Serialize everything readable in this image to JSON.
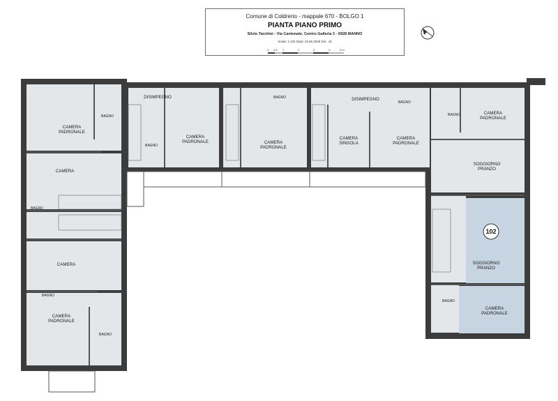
{
  "title_block": {
    "line1": "Comune di Coldrerio - mappale 670 - BOLGO 1",
    "title": "PIANTA PIANO PRIMO",
    "architect": "Silvio Tarchini - Via Cantonale, Centro Galleria 3 - 6928 MANNO",
    "meta": "Scala: 1:125  Data: 15.06.2026  Dis.: cb",
    "scale_labels": [
      "0",
      "0.5",
      "1",
      "2",
      "3",
      "4",
      "5 m"
    ]
  },
  "icons": {
    "north_arrow": "compass-north-icon"
  },
  "colors": {
    "wall": "#3c3c3c",
    "floor": "#e4e7e9",
    "highlight": "#c7d5e2",
    "ground": "#ffffff"
  },
  "rooms": {
    "r1": "CAMERA",
    "r1b": "PADRONALE",
    "r2": "BAGNO",
    "r3": "CAMERA",
    "r4": "BAGNO",
    "r5": "CAMERA",
    "r6": "BAGNO",
    "r7": "CAMERA",
    "r7b": "PADRONALE",
    "r8": "BAGNO",
    "r9": "DISIMPEGNO",
    "r10": "BAGNO",
    "r11": "CAMERA",
    "r11b": "PADRONALE",
    "r12": "BAGNO",
    "r13": "CAMERA",
    "r13b": "PADRONALE",
    "r14": "DISIMPEGNO",
    "r15": "BAGNO",
    "r16": "CAMERA",
    "r16b": "SINGOLA",
    "r17": "CAMERA",
    "r17b": "PADRONALE",
    "r18": "BAGNO",
    "r19": "CAMERA",
    "r19b": "PADRONALE",
    "r20": "SOGGIORNO",
    "r20b": "PRANZO",
    "r21": "SOGGIORNO",
    "r21b": "PRANZO",
    "r22": "BAGNO",
    "r23": "CAMERA",
    "r23b": "PADRONALE"
  },
  "unit_label": "102"
}
